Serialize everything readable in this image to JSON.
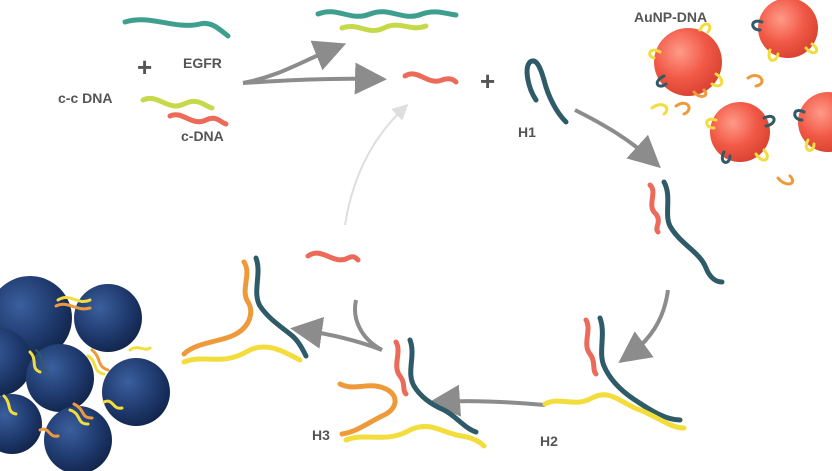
{
  "labels": {
    "egfr": "EGFR",
    "ccdna": "c-c DNA",
    "cdna": "c-DNA",
    "aunp": "AuNP-DNA",
    "h1": "H1",
    "h2": "H2",
    "h3": "H3"
  },
  "symbols": {
    "plus": "+"
  },
  "colors": {
    "teal": "#3f9f8f",
    "green_yellow": "#c6d94a",
    "red": "#ec6a5a",
    "dark_teal": "#2f5b68",
    "yellow": "#f2dd3c",
    "orange": "#ef9a3a",
    "gold_np": "#f05a4a",
    "dark_np": "#1e3766",
    "arrow": "#8c8c8c",
    "arrow_faint": "#dedede",
    "label": "#555555"
  }
}
